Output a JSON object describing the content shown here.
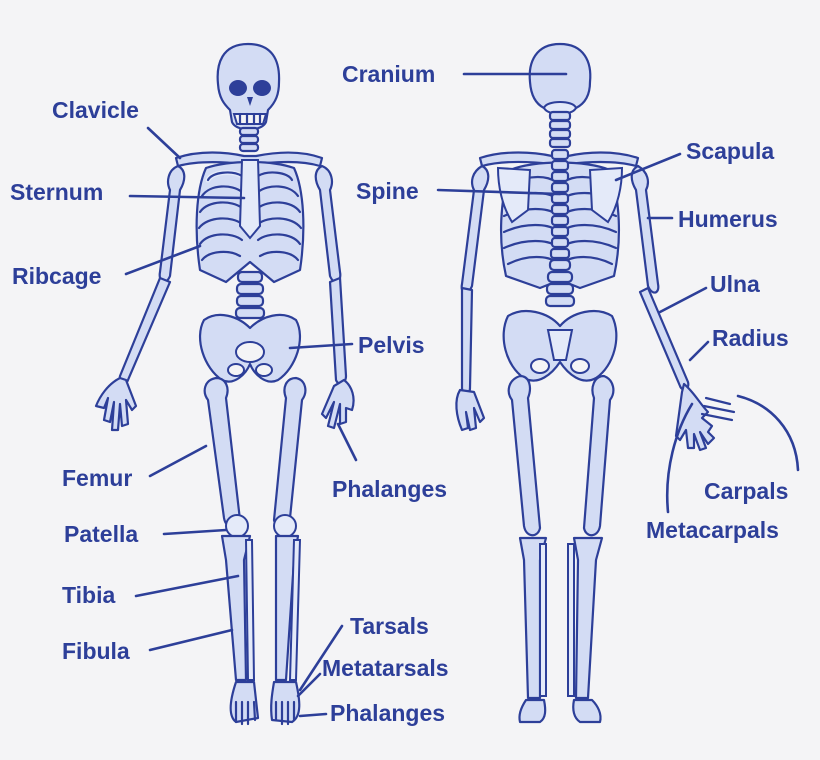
{
  "colors": {
    "ink": "#2d3f99",
    "bone_fill": "#d3dcf4",
    "bone_highlight": "#e4eaf9",
    "background": "#f4f4f6"
  },
  "labels": {
    "clavicle": "Clavicle",
    "sternum": "Sternum",
    "ribcage": "Ribcage",
    "pelvis": "Pelvis",
    "phalanges_hand": "Phalanges",
    "femur": "Femur",
    "patella": "Patella",
    "tibia": "Tibia",
    "fibula": "Fibula",
    "tarsals": "Tarsals",
    "metatarsals": "Metatarsals",
    "phalanges_foot": "Phalanges",
    "cranium": "Cranium",
    "spine": "Spine",
    "scapula": "Scapula",
    "humerus": "Humerus",
    "ulna": "Ulna",
    "radius": "Radius",
    "carpals": "Carpals",
    "metacarpals": "Metacarpals"
  }
}
